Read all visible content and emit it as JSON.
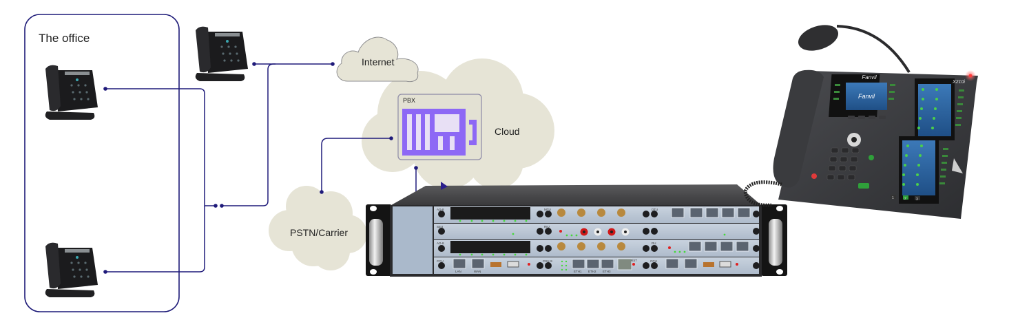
{
  "diagram": {
    "office": {
      "title": "The office"
    },
    "clouds": {
      "internet": "Internet",
      "cloud": "Cloud",
      "pstn": "PSTN/Carrier"
    },
    "pbx": {
      "label": "PBX"
    },
    "gateway": {
      "modules": {
        "top_left": "AG-8",
        "seu": "SEU",
        "mid_left": "AG-8",
        "ccu": "CCU",
        "mtu": "MTU",
        "riu": "RIU",
        "csu": "CSU-S",
        "dtu": "DTU",
        "ru": "RU"
      },
      "port_labels": {
        "lan": "LAN",
        "wan": "WAN",
        "hdmi": "HDMI",
        "usb": "USB",
        "eth1": "ETH1",
        "eth2": "ETH2",
        "eth3": "ETH3",
        "rst": "RST"
      }
    },
    "desk_phone": {
      "brand": "Fanvil",
      "model": "X210i",
      "keypad_keys": [
        "1",
        "2",
        "3"
      ]
    },
    "colors": {
      "line": "#1f1a7a",
      "cloud_fill": "#e6e4d6",
      "pbx_purple": "#8d68f5",
      "office_border": "#1d1a78"
    }
  }
}
